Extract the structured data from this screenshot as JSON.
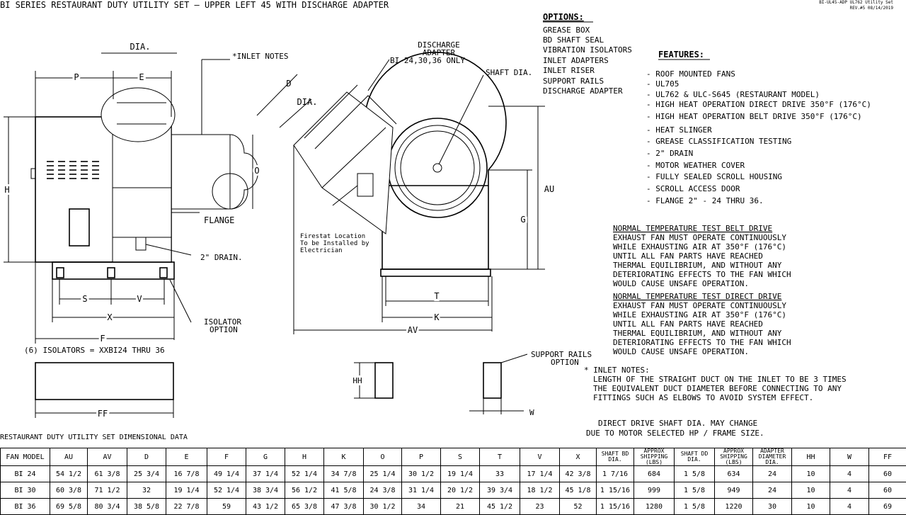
{
  "title": "BI SERIES RESTAURANT DUTY UTILITY SET – UPPER LEFT 45 WITH DISCHARGE ADAPTER",
  "reference": {
    "line1": "BI-UL45-ADP UL762 Utility Set",
    "line2": "REV.#5   08/14/2019"
  },
  "options": {
    "heading": "OPTIONS:",
    "items": [
      "GREASE BOX",
      "BD SHAFT SEAL",
      "VIBRATION ISOLATORS",
      "INLET ADAPTERS",
      "INLET RISER",
      "SUPPORT RAILS",
      "DISCHARGE ADAPTER"
    ]
  },
  "features": {
    "heading": "FEATURES:",
    "items": [
      "- ROOF MOUNTED FANS",
      "- UL705",
      "- UL762 & ULC-S645 (RESTAURANT MODEL)",
      "- HIGH HEAT OPERATION DIRECT DRIVE 350°F (176°C)",
      "- HIGH HEAT OPERATION BELT DRIVE 350°F (176°C)",
      "- HEAT SLINGER",
      "- GREASE CLASSIFICATION TESTING",
      "- 2\" DRAIN",
      "- MOTOR WEATHER COVER",
      "- FULLY SEALED SCROLL HOUSING",
      "- SCROLL ACCESS DOOR",
      "- FLANGE 2\" - 24 THRU 36."
    ]
  },
  "test_belt": {
    "heading": "NORMAL TEMPERATURE TEST BELT DRIVE",
    "lines": [
      "EXHAUST FAN MUST OPERATE CONTINUOUSLY",
      "WHILE EXHAUSTING AIR AT 350°F (176°C)",
      "UNTIL ALL FAN PARTS HAVE REACHED",
      "THERMAL EQUILIBRIUM, AND WITHOUT ANY",
      "DETERIORATING EFFECTS TO THE FAN WHICH",
      "WOULD CAUSE UNSAFE OPERATION."
    ]
  },
  "test_direct": {
    "heading": "NORMAL TEMPERATURE TEST DIRECT DRIVE",
    "lines": [
      "EXHAUST FAN MUST OPERATE CONTINUOUSLY",
      "WHILE EXHAUSTING AIR AT 350°F (176°C)",
      "UNTIL ALL FAN PARTS HAVE REACHED",
      "THERMAL EQUILIBRIUM, AND WITHOUT ANY",
      "DETERIORATING EFFECTS TO THE FAN WHICH",
      "WOULD CAUSE UNSAFE OPERATION."
    ]
  },
  "inlet_notes": {
    "heading": "* INLET NOTES:",
    "lines": [
      "LENGTH OF THE STRAIGHT DUCT ON THE INLET TO BE 3 TIMES",
      "THE EQUIVALENT DUCT DIAMETER BEFORE CONNECTING TO ANY",
      "FITTINGS SUCH AS ELBOWS TO AVOID SYSTEM EFFECT."
    ]
  },
  "shaft_note": {
    "line1": "DIRECT DRIVE SHAFT DIA. MAY CHANGE",
    "line2": "DUE TO MOTOR SELECTED HP / FRAME SIZE."
  },
  "left_view": {
    "dia": "DIA.",
    "p": "P",
    "e": "E",
    "inlet_notes": "*INLET NOTES",
    "h": "H",
    "o": "O",
    "flange": "FLANGE",
    "drain": "2\" DRAIN.",
    "s": "S",
    "v": "V",
    "x": "X",
    "isolator1": "ISOLATOR",
    "isolator2": "OPTION",
    "f": "F",
    "isolators_note": "(6) ISOLATORS = XXBI24 THRU 36",
    "ff": "FF"
  },
  "right_view": {
    "discharge1": "DISCHARGE",
    "discharge2": "ADAPTER",
    "bi_only": "BI-24,30,36 ONLY",
    "shaft_dia": "SHAFT DIA.",
    "d": "D",
    "dia": "DIA.",
    "firestat1": "Firestat Location",
    "firestat2": "To be Installed by",
    "firestat3": "Electrician",
    "au": "AU",
    "g": "G",
    "t": "T",
    "k": "K",
    "av": "AV",
    "rails1": "SUPPORT RAILS",
    "rails2": "OPTION",
    "hh": "HH",
    "w": "W"
  },
  "table": {
    "title": "RESTAURANT DUTY UTILITY SET DIMENSIONAL DATA",
    "headers": [
      "FAN MODEL",
      "AU",
      "AV",
      "D",
      "E",
      "F",
      "G",
      "H",
      "K",
      "O",
      "P",
      "S",
      "T",
      "V",
      "X",
      "SHAFT BD DIA.",
      "APPROX SHIPPING (LBS)",
      "SHAFT DD DIA.",
      "APPROX SHIPPING (LBS)",
      "ADAPTER DIAMETER DIA.",
      "HH",
      "W",
      "FF"
    ],
    "rows": [
      [
        "BI 24",
        "54 1/2",
        "61 3/8",
        "25 3/4",
        "16 7/8",
        "49 1/4",
        "37 1/4",
        "52 1/4",
        "34 7/8",
        "25 1/4",
        "30 1/2",
        "19 1/4",
        "33",
        "17 1/4",
        "42 3/8",
        "1 7/16",
        "684",
        "1 5/8",
        "634",
        "24",
        "10",
        "4",
        "60"
      ],
      [
        "BI 30",
        "60 3/8",
        "71 1/2",
        "32",
        "19 1/4",
        "52 1/4",
        "38 3/4",
        "56 1/2",
        "41 5/8",
        "24 3/8",
        "31 1/4",
        "20 1/2",
        "39 3/4",
        "18 1/2",
        "45 1/8",
        "1 15/16",
        "999",
        "1 5/8",
        "949",
        "24",
        "10",
        "4",
        "60"
      ],
      [
        "BI 36",
        "69 5/8",
        "80 3/4",
        "38 5/8",
        "22 7/8",
        "59",
        "43 1/2",
        "65 3/8",
        "47 3/8",
        "30 1/2",
        "34",
        "21",
        "45 1/2",
        "23",
        "52",
        "1 15/16",
        "1280",
        "1 5/8",
        "1220",
        "30",
        "10",
        "4",
        "69"
      ]
    ]
  }
}
